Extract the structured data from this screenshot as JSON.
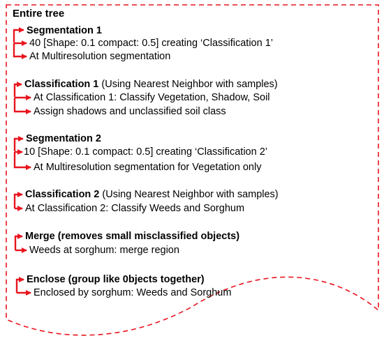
{
  "tree": {
    "title": "Entire tree",
    "accent_color": "#e8141e",
    "sections": [
      {
        "heading_bold": "Segmentation 1",
        "heading_rest": "",
        "items": [
          "40 [Shape: 0.1 compact: 0.5] creating ‘Classification 1’",
          "At Multiresolution segmentation"
        ]
      },
      {
        "heading_bold": "Classification 1",
        "heading_rest": " (Using Nearest Neighbor with samples)",
        "items": [
          "At Classification 1: Classify Vegetation, Shadow, Soil",
          "Assign shadows and unclassified soil class"
        ]
      },
      {
        "heading_bold": "Segmentation  2",
        "heading_rest": "",
        "items": [
          "10 [Shape: 0.1 compact: 0.5] creating ‘Classification 2’",
          "At Multiresolution segmentation for Vegetation only"
        ]
      },
      {
        "heading_bold": "Classification 2",
        "heading_rest": " (Using Nearest Neighbor with samples)",
        "items": [
          "At Classification 2: Classify Weeds and Sorghum"
        ]
      },
      {
        "heading_bold": "Merge (removes small misclassified objects)",
        "heading_rest": "",
        "items": [
          "Weeds at sorghum: merge region"
        ]
      },
      {
        "heading_bold": "Enclose (group like 0bjects together)",
        "heading_rest": "",
        "items": [
          "Enclosed by sorghum: Weeds and Sorghum"
        ]
      }
    ]
  }
}
